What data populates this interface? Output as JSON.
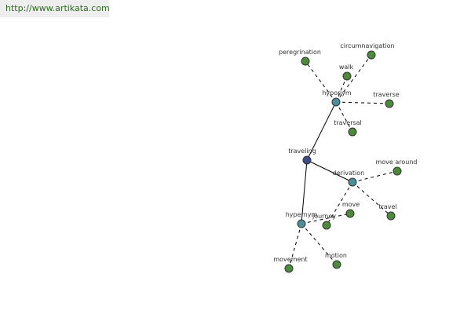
{
  "header": {
    "url": "http://www.artikata.com"
  },
  "colors": {
    "center_node": "#3b4a8a",
    "relation_node": "#4a8f99",
    "leaf_node": "#4e8a3c",
    "node_stroke": "#333333",
    "edge": "#000000",
    "url_text": "#2e6b1e"
  },
  "graph": {
    "nodes": [
      {
        "id": "traveling",
        "label": "traveling",
        "kind": "center"
      },
      {
        "id": "hyponym",
        "label": "hyponym",
        "kind": "relation"
      },
      {
        "id": "derivation",
        "label": "derivation",
        "kind": "relation"
      },
      {
        "id": "hypernym",
        "label": "hypernym",
        "kind": "relation"
      },
      {
        "id": "peregrination",
        "label": "peregrination",
        "kind": "leaf"
      },
      {
        "id": "circumnavigation",
        "label": "circumnavigation",
        "kind": "leaf"
      },
      {
        "id": "walk",
        "label": "walk",
        "kind": "leaf"
      },
      {
        "id": "traverse",
        "label": "traverse",
        "kind": "leaf"
      },
      {
        "id": "traversal",
        "label": "traversal",
        "kind": "leaf"
      },
      {
        "id": "move_around",
        "label": "move around",
        "kind": "leaf"
      },
      {
        "id": "travel",
        "label": "travel",
        "kind": "leaf"
      },
      {
        "id": "move",
        "label": "move",
        "kind": "leaf"
      },
      {
        "id": "journey",
        "label": "journey",
        "kind": "leaf"
      },
      {
        "id": "movement",
        "label": "movement",
        "kind": "leaf"
      },
      {
        "id": "motion",
        "label": "motion",
        "kind": "leaf"
      }
    ],
    "edges": [
      {
        "from": "traveling",
        "to": "hyponym",
        "style": "solid"
      },
      {
        "from": "traveling",
        "to": "derivation",
        "style": "solid"
      },
      {
        "from": "traveling",
        "to": "hypernym",
        "style": "solid"
      },
      {
        "from": "hyponym",
        "to": "peregrination",
        "style": "dashed"
      },
      {
        "from": "hyponym",
        "to": "circumnavigation",
        "style": "dashed"
      },
      {
        "from": "hyponym",
        "to": "walk",
        "style": "dashed"
      },
      {
        "from": "hyponym",
        "to": "traverse",
        "style": "dashed"
      },
      {
        "from": "hyponym",
        "to": "traversal",
        "style": "dashed"
      },
      {
        "from": "derivation",
        "to": "move_around",
        "style": "dashed"
      },
      {
        "from": "derivation",
        "to": "travel",
        "style": "dashed"
      },
      {
        "from": "derivation",
        "to": "journey",
        "style": "dashed"
      },
      {
        "from": "hypernym",
        "to": "move",
        "style": "dashed"
      },
      {
        "from": "hypernym",
        "to": "movement",
        "style": "dashed"
      },
      {
        "from": "hypernym",
        "to": "motion",
        "style": "dashed"
      }
    ]
  }
}
